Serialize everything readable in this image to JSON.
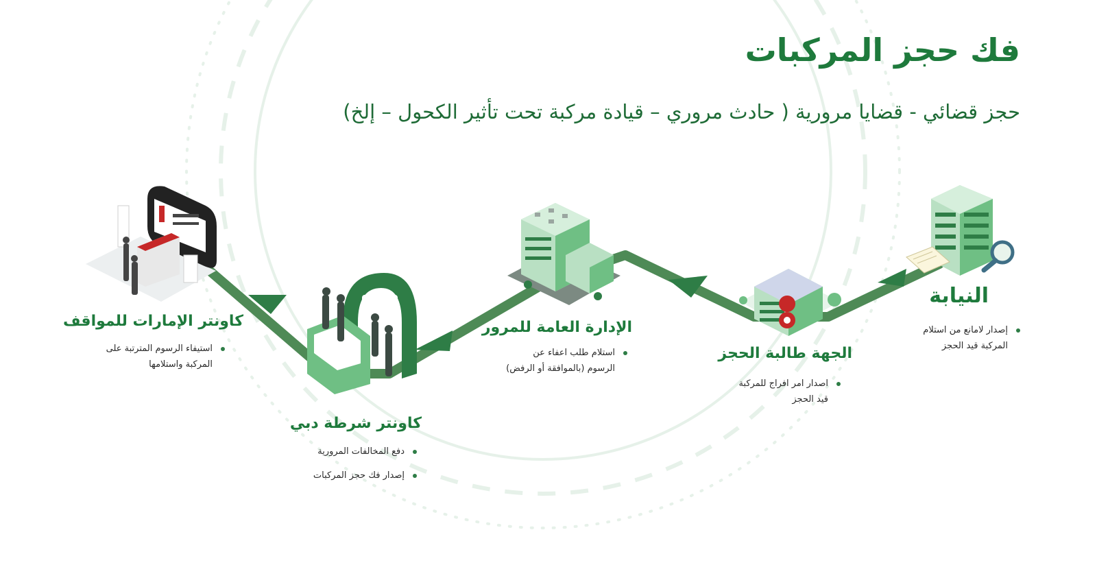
{
  "header": {
    "title": "فك حجز المركبات",
    "subtitle": "حجز قضائي  - قضايا مرورية ( حادث مروري – قيادة مركبة تحت تأثير الكحول – إلخ)"
  },
  "colors": {
    "title": "#1e7a3c",
    "subtitle": "#1e6b36",
    "path": "#4e8a56",
    "path_dark": "#3f7a48",
    "arrow": "#2e7d46",
    "circle": "#e6f1e9",
    "bullet_dot": "#2e7d46",
    "body_text": "#2b2b2b",
    "building_light": "#b9e0c3",
    "building_mid": "#6fbf84",
    "building_dark": "#2e7d46",
    "red": "#c62828"
  },
  "steps": [
    {
      "title": "النيابة",
      "icon": "prosecution-building-icon",
      "bullets": [
        "إصدار لامانع من استلام\nالمركبة قيد الحجز"
      ]
    },
    {
      "title": "الجهة طالبة الحجز",
      "icon": "requesting-authority-building-icon",
      "bullets": [
        "اصدار امر افراج للمركبة\nقيد الحجز"
      ]
    },
    {
      "title": "الإدارة العامة للمرور",
      "icon": "traffic-department-building-icon",
      "bullets": [
        "استلام طلب اعفاء عن\nالرسوم (بالموافقة أو الرفض)"
      ]
    },
    {
      "title": "كاونتر شرطة دبي",
      "icon": "dubai-police-counter-icon",
      "bullets": [
        "دفع المخالفات المرورية",
        "إصدار فك حجز المركبات"
      ]
    },
    {
      "title": "كاونتر الإمارات للمواقف",
      "icon": "emirates-parking-counter-icon",
      "bullets": [
        "استيفاء الرسوم المترتبة على\nالمركبة واستلامها"
      ]
    }
  ]
}
